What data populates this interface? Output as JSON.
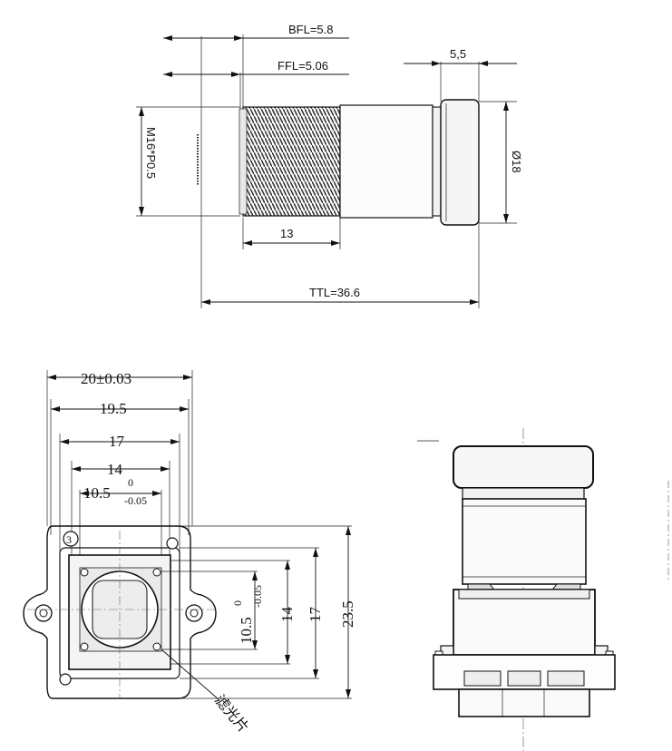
{
  "lens": {
    "bfl": "BFL=5.8",
    "ffl": "FFL=5.06",
    "front_len": "5,5",
    "thread": "M16*P0.5",
    "diameter": "Ø18",
    "thread_len": "13",
    "ttl": "TTL=36.6"
  },
  "holder": {
    "w_overall": "20±0.03",
    "w_195": "19.5",
    "w_17": "17",
    "w_14": "14",
    "w_105_base": "10.5",
    "w_105_sup": "0",
    "w_105_sub": "-0.05",
    "h_105_base": "10.5",
    "h_105_sup": "0",
    "h_105_sub": "-0.05",
    "h_14": "14",
    "h_17": "17",
    "h_235": "23.5",
    "callout": "滤光片",
    "marker": "3"
  }
}
